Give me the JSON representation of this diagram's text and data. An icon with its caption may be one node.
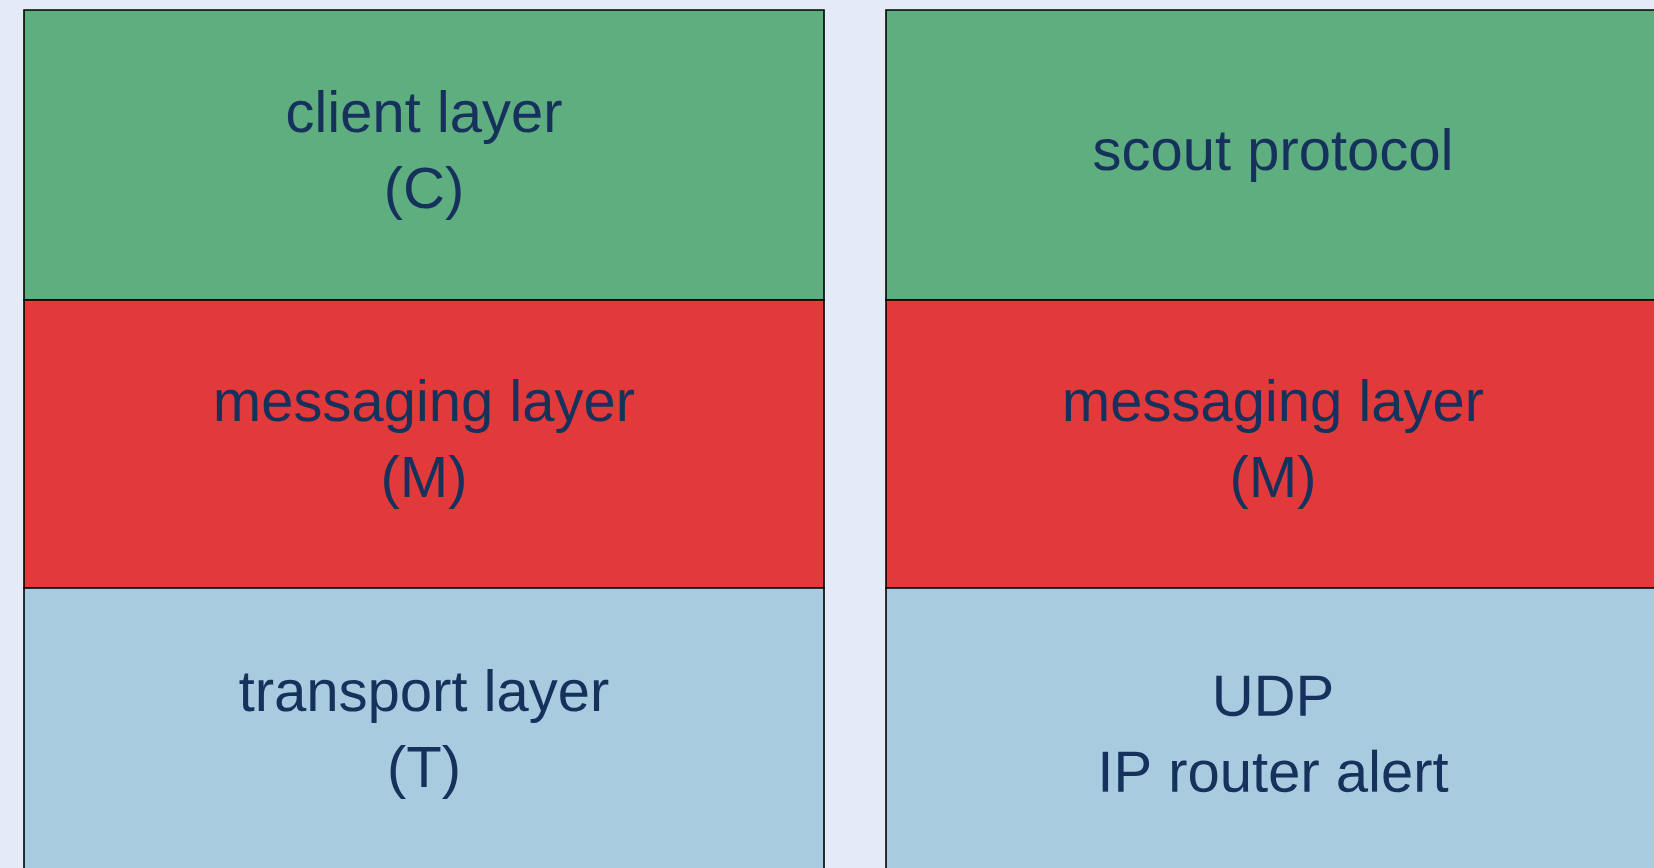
{
  "diagram": {
    "nodes": [
      {
        "text": [
          "client layer",
          "(C)"
        ]
      },
      {
        "text": [
          "messaging layer",
          "(M)"
        ]
      },
      {
        "text": [
          "transport layer",
          "(T)"
        ]
      },
      {
        "text": [
          "scout protocol"
        ]
      },
      {
        "text": [
          "messaging layer",
          "(M)"
        ]
      },
      {
        "text": [
          "UDP",
          "IP router alert"
        ]
      }
    ]
  }
}
